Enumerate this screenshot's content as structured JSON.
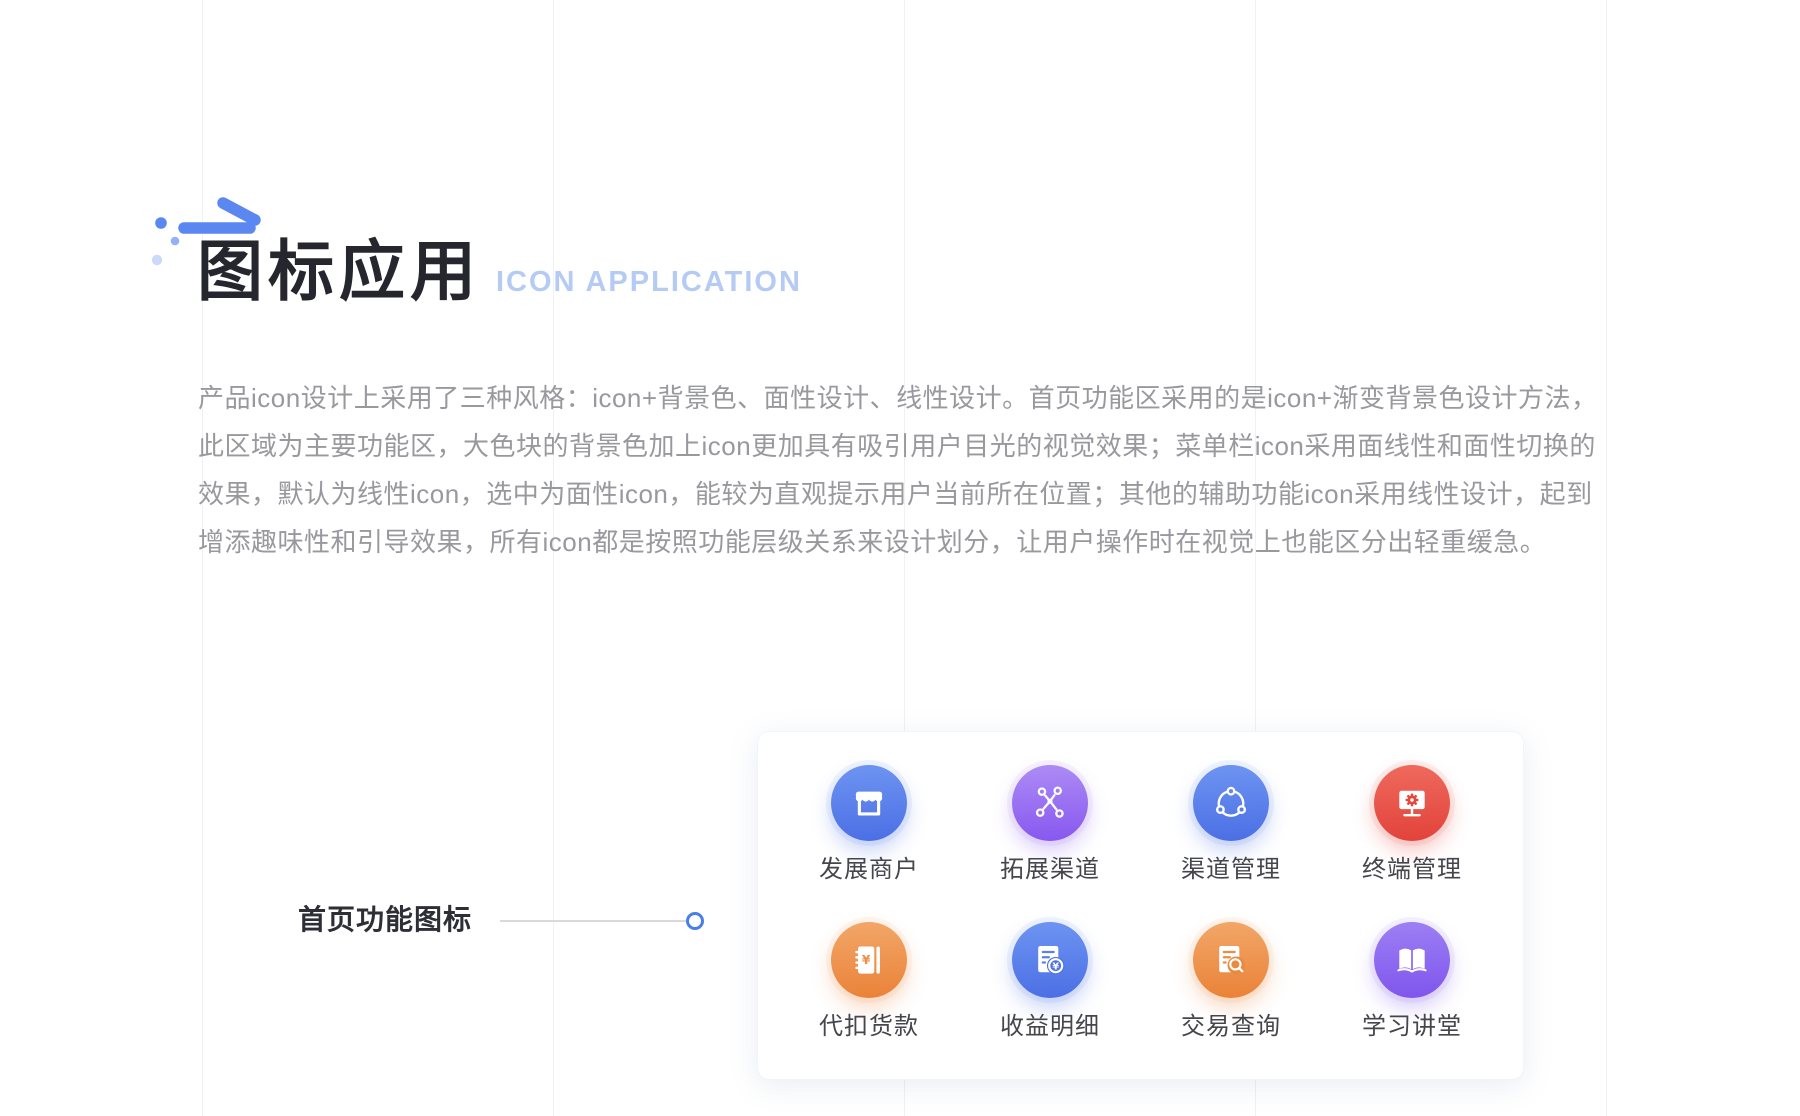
{
  "page": {
    "background": "#ffffff",
    "grid_line_color": "#eef1f5"
  },
  "header": {
    "title": "图标应用",
    "subtitle": "ICON APPLICATION",
    "title_color": "#26262e",
    "subtitle_color": "#b5cbf4",
    "accent_color": "#5b87f0"
  },
  "description": {
    "text": "产品icon设计上采用了三种风格：icon+背景色、面性设计、线性设计。首页功能区采用的是icon+渐变背景色设计方法，\n此区域为主要功能区，大色块的背景色加上icon更加具有吸引用户目光的视觉效果；菜单栏icon采用面线性和面性切换的\n效果，默认为线性icon，选中为面性icon，能较为直观提示用户当前所在位置；其他的辅助功能icon采用线性设计，起到\n增添趣味性和引导效果，所有icon都是按照功能层级关系来设计划分，让用户操作时在视觉上也能区分出轻重缓急。",
    "color": "#98989f"
  },
  "callout": {
    "label": "首页功能图标",
    "line_color": "#d8dade",
    "dot_color": "#4a7deb"
  },
  "icon_panel": {
    "items": [
      {
        "label": "发展商户",
        "icon": "storefront-icon",
        "gradient": [
          "#6e94f2",
          "#4b6fe4"
        ]
      },
      {
        "label": "拓展渠道",
        "icon": "network-nodes-icon",
        "gradient": [
          "#ad8cf5",
          "#8757ef"
        ]
      },
      {
        "label": "渠道管理",
        "icon": "share-cycle-icon",
        "gradient": [
          "#6e94f2",
          "#4b6fe4"
        ]
      },
      {
        "label": "终端管理",
        "icon": "monitor-gear-icon",
        "gradient": [
          "#ef6a5d",
          "#e2423a"
        ]
      },
      {
        "label": "代扣货款",
        "icon": "ledger-yen-icon",
        "gradient": [
          "#f2a768",
          "#ea8238"
        ]
      },
      {
        "label": "收益明细",
        "icon": "receipt-yen-icon",
        "gradient": [
          "#6e94f2",
          "#4b6fe4"
        ]
      },
      {
        "label": "交易查询",
        "icon": "receipt-search-icon",
        "gradient": [
          "#f2a768",
          "#ea8238"
        ]
      },
      {
        "label": "学习讲堂",
        "icon": "open-book-icon",
        "gradient": [
          "#9d80f4",
          "#7f55ec"
        ]
      }
    ]
  }
}
